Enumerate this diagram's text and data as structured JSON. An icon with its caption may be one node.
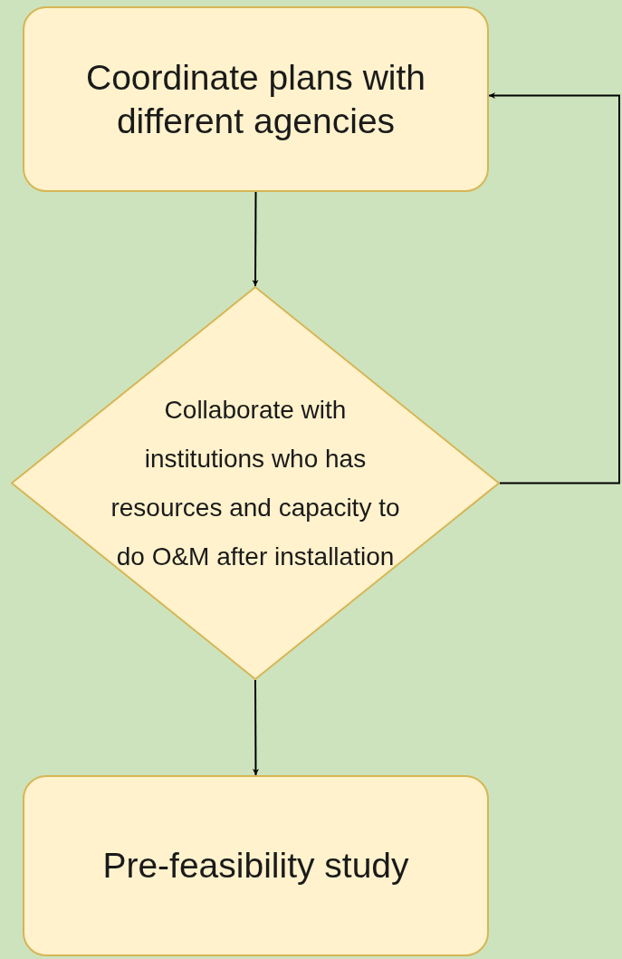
{
  "diagram": {
    "nodes": [
      {
        "text": [
          "Coordinate plans with different agencies"
        ]
      },
      {
        "text": [
          "Collaborate with institutions who has resources and capacity to do O&M after installation"
        ]
      },
      {
        "text": [
          "Pre-feasibility study"
        ]
      }
    ],
    "edges": [
      {
        "from": 0,
        "to": 1,
        "arrow": "to"
      },
      {
        "from": 1,
        "to": 2,
        "arrow": "to"
      },
      {
        "from": 1,
        "to": 0,
        "arrow": "to"
      }
    ]
  }
}
